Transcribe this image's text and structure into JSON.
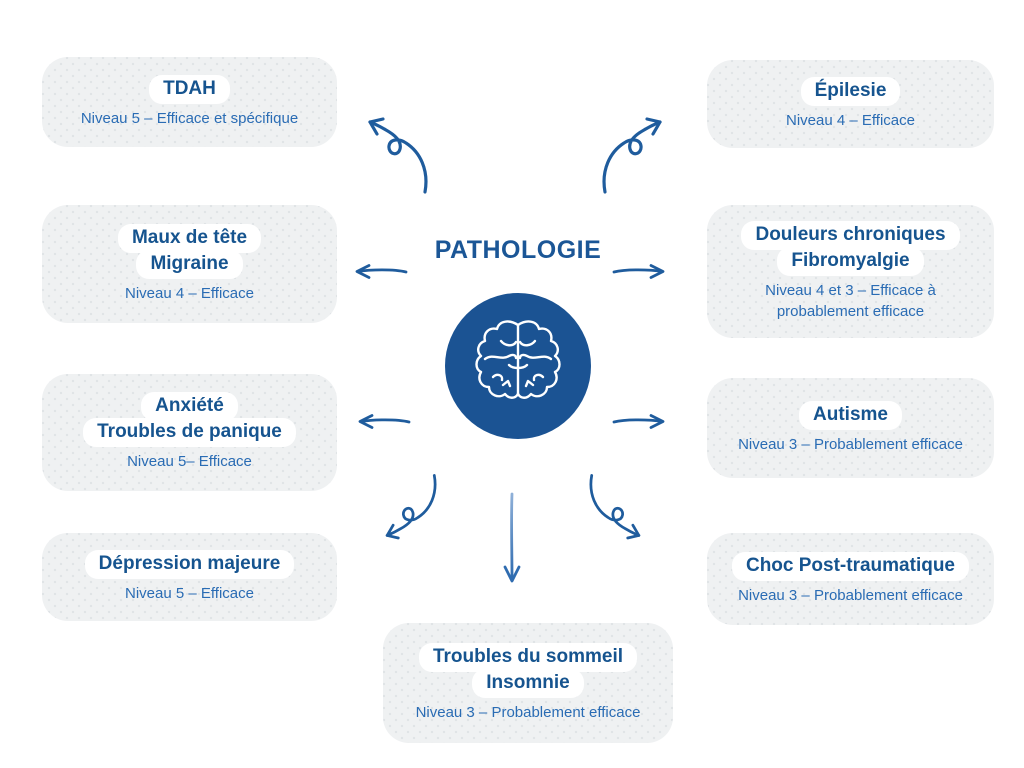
{
  "diagram": {
    "title": "PATHOLOGIE",
    "center_icon": "brain-icon"
  },
  "colors": {
    "title_blue": "#16548f",
    "body_blue": "#2a6cb4",
    "circle_blue": "#1b5393",
    "arrow_blue": "#1f5c9d",
    "box_background": "#eff1f2",
    "pill_background": "#ffffff"
  },
  "nodes": [
    {
      "id": "tdah",
      "title_lines": [
        "TDAH"
      ],
      "level": "Niveau 5 – Efficace et spécifique"
    },
    {
      "id": "epilesie",
      "title_lines": [
        "Épilesie"
      ],
      "level": "Niveau 4 – Efficace"
    },
    {
      "id": "maux-de-tete-migraine",
      "title_lines": [
        "Maux de tête",
        "Migraine"
      ],
      "level": "Niveau 4 – Efficace"
    },
    {
      "id": "douleurs-chroniques-fibromyalgie",
      "title_lines": [
        "Douleurs chroniques",
        "Fibromyalgie"
      ],
      "level": "Niveau 4 et 3 – Efficace à probablement efficace"
    },
    {
      "id": "anxiete-troubles-de-panique",
      "title_lines": [
        "Anxiété",
        "Troubles de panique"
      ],
      "level": "Niveau 5– Efficace"
    },
    {
      "id": "autisme",
      "title_lines": [
        "Autisme"
      ],
      "level": "Niveau 3 – Probablement efficace"
    },
    {
      "id": "depression-majeure",
      "title_lines": [
        "Dépression majeure"
      ],
      "level": "Niveau 5 – Efficace"
    },
    {
      "id": "choc-post-traumatique",
      "title_lines": [
        "Choc Post-traumatique"
      ],
      "level": "Niveau 3 – Probablement efficace"
    },
    {
      "id": "troubles-du-sommeil-insomnie",
      "title_lines": [
        "Troubles du sommeil",
        "Insomnie"
      ],
      "level": "Niveau 3 – Probablement efficace"
    }
  ]
}
